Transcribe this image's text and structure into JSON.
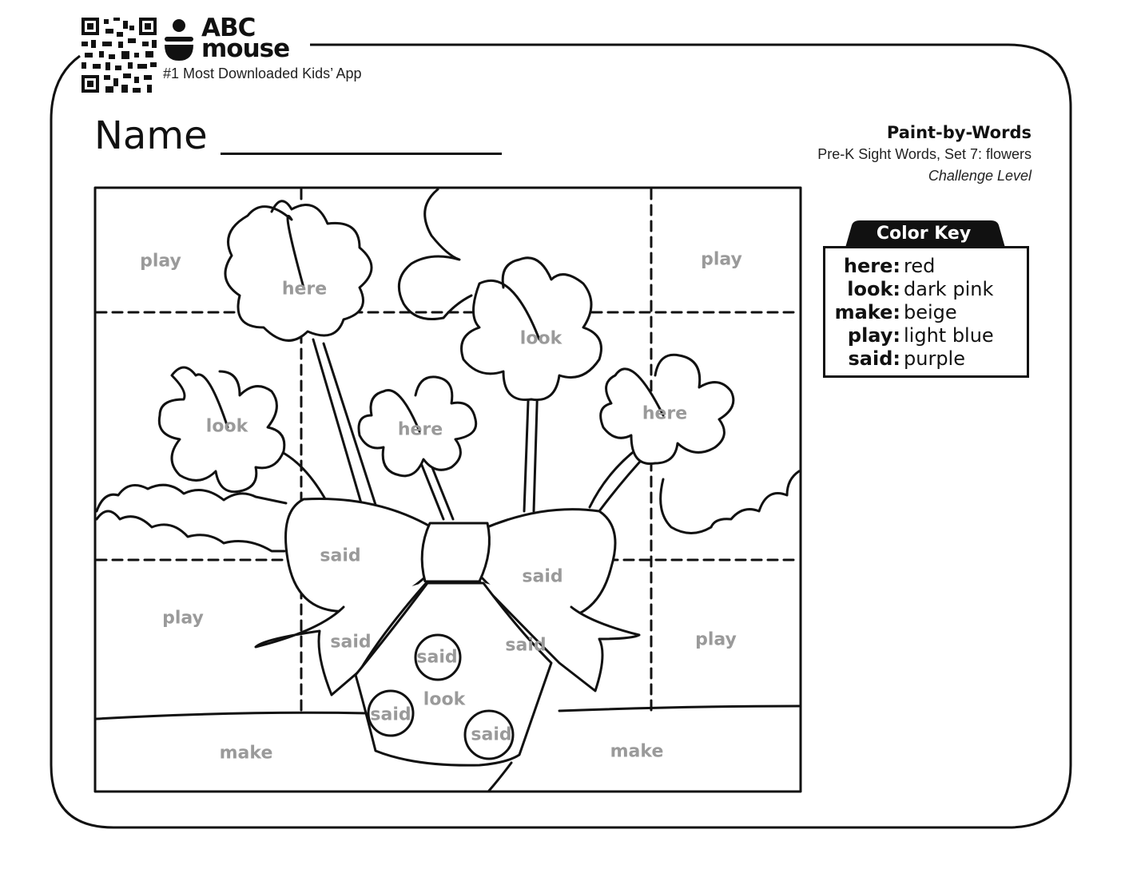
{
  "brand": {
    "logo_line1": "ABC",
    "logo_line2": "mouse",
    "tagline": "#1 Most Downloaded Kids’ App",
    "qr_icon": "qr-code-icon",
    "logo_icon": "abcmouse-logo-icon"
  },
  "worksheet": {
    "name_label": "Name",
    "title": "Paint-by-Words",
    "subtitle": "Pre-K Sight Words, Set 7: flowers",
    "level": "Challenge Level"
  },
  "picture": {
    "areas": [
      {
        "word": "play"
      },
      {
        "word": "play"
      },
      {
        "word": "here"
      },
      {
        "word": "look"
      },
      {
        "word": "look"
      },
      {
        "word": "here"
      },
      {
        "word": "here"
      },
      {
        "word": "said"
      },
      {
        "word": "said"
      },
      {
        "word": "play"
      },
      {
        "word": "play"
      },
      {
        "word": "said"
      },
      {
        "word": "said"
      },
      {
        "word": "said"
      },
      {
        "word": "look"
      },
      {
        "word": "said"
      },
      {
        "word": "said"
      },
      {
        "word": "make"
      },
      {
        "word": "make"
      }
    ]
  },
  "color_key": {
    "title": "Color Key",
    "entries": [
      {
        "word": "here:",
        "color": "red"
      },
      {
        "word": "look:",
        "color": "dark pink"
      },
      {
        "word": "make:",
        "color": "beige"
      },
      {
        "word": "play:",
        "color": "light blue"
      },
      {
        "word": "said:",
        "color": "purple"
      }
    ]
  }
}
